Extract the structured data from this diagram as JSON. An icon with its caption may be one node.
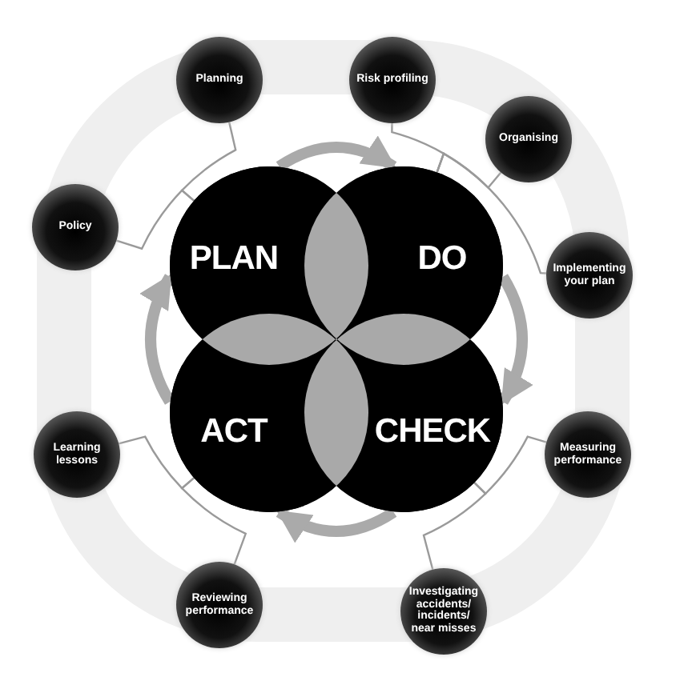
{
  "diagram": {
    "nodes": [
      {
        "text": [
          "PLAN"
        ]
      },
      {
        "text": [
          "DO"
        ]
      },
      {
        "text": [
          "ACT"
        ]
      },
      {
        "text": [
          "CHECK"
        ]
      },
      {
        "text": [
          "Planning"
        ]
      },
      {
        "text": [
          "Risk profiling"
        ]
      },
      {
        "text": [
          "Organising"
        ]
      },
      {
        "text": [
          "Policy"
        ]
      },
      {
        "text": [
          "Implementing your plan"
        ]
      },
      {
        "text": [
          "Learning lessons"
        ]
      },
      {
        "text": [
          "Measuring performance"
        ]
      },
      {
        "text": [
          "Reviewing performance"
        ]
      },
      {
        "text": [
          "Investigating accidents/ incidents/ near misses"
        ]
      }
    ],
    "edges": [
      {
        "from": 4,
        "to": 0,
        "arrow": "none"
      },
      {
        "from": 7,
        "to": 0,
        "arrow": "none"
      },
      {
        "from": 5,
        "to": 1,
        "arrow": "none"
      },
      {
        "from": 6,
        "to": 1,
        "arrow": "none"
      },
      {
        "from": 8,
        "to": 1,
        "arrow": "none"
      },
      {
        "from": 10,
        "to": 3,
        "arrow": "none"
      },
      {
        "from": 12,
        "to": 3,
        "arrow": "none"
      },
      {
        "from": 9,
        "to": 2,
        "arrow": "none"
      },
      {
        "from": 11,
        "to": 2,
        "arrow": "none"
      },
      {
        "from": 0,
        "to": 1,
        "arrow": "to",
        "style": "thick",
        "color": "#aaaaaa"
      },
      {
        "from": 1,
        "to": 3,
        "arrow": "to",
        "style": "thick",
        "color": "#aaaaaa"
      },
      {
        "from": 3,
        "to": 2,
        "arrow": "to",
        "style": "thick",
        "color": "#aaaaaa"
      },
      {
        "from": 2,
        "to": 0,
        "arrow": "to",
        "style": "thick",
        "color": "#aaaaaa"
      }
    ]
  }
}
